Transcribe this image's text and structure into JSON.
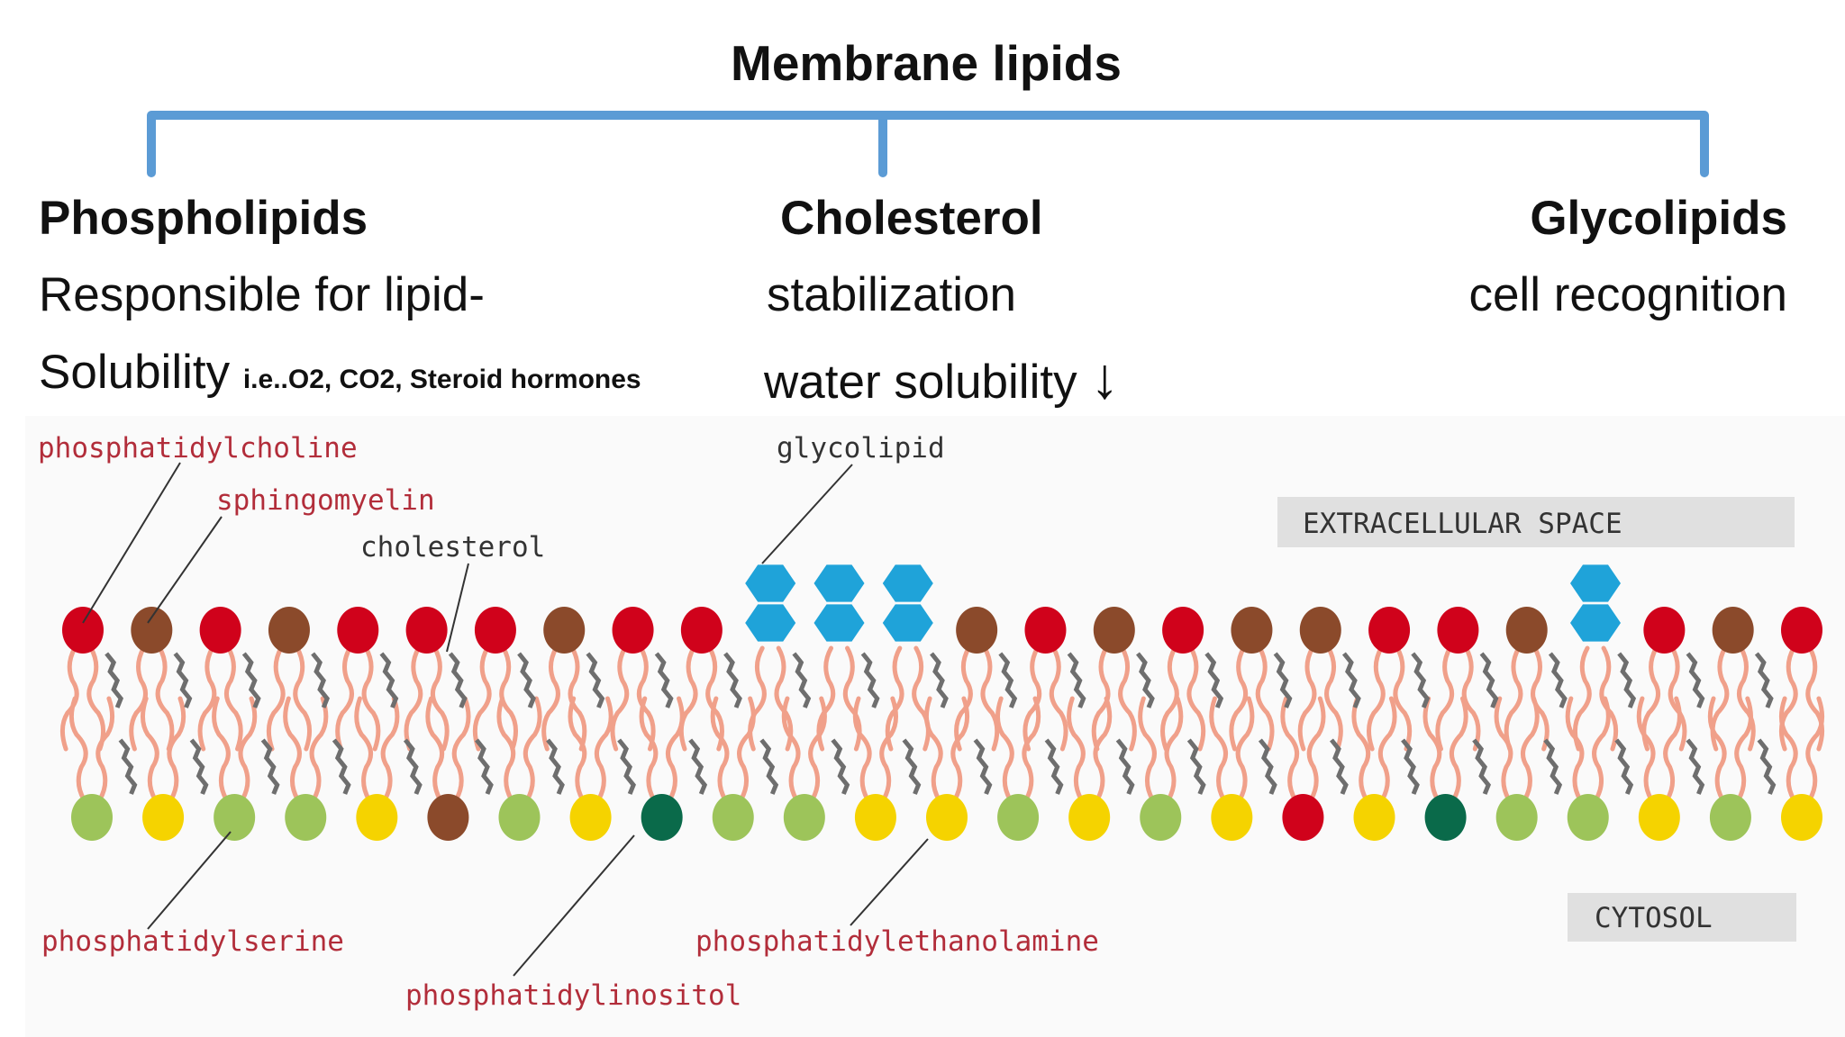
{
  "header": {
    "title": "Membrane lipids"
  },
  "categories": [
    {
      "name": "Phospholipids",
      "line1": "Responsible for lipid-",
      "line2": "Solubility",
      "line2_small": "i.e..O2, CO2, Steroid hormones"
    },
    {
      "name": "Cholesterol",
      "line1": "stabilization",
      "line2": "water solubility",
      "line2_arrow": "↓"
    },
    {
      "name": "Glycolipids",
      "line1": "cell recognition"
    }
  ],
  "diagram": {
    "labels": {
      "phosphatidylcholine": "phosphatidylcholine",
      "sphingomyelin": "sphingomyelin",
      "cholesterol": "cholesterol",
      "glycolipid": "glycolipid",
      "extracellular": "EXTRACELLULAR SPACE",
      "cytosol": "CYTOSOL",
      "phosphatidylserine": "phosphatidylserine",
      "phosphatidylethanolamine": "phosphatidylethanolamine",
      "phosphatidylinositol": "phosphatidylinositol"
    },
    "colors": {
      "bracket": "#5b9bd5",
      "label_red": "#b22d3a",
      "head_red": "#d0021b",
      "head_brown": "#8b4a2b",
      "head_green": "#9dc45a",
      "head_yellow": "#f5d300",
      "head_darkgreen": "#0a6a4a",
      "glyco_blue": "#1fa3d9",
      "tail": "#f0a08a",
      "cholesterol": "#6e6e6e",
      "box_gray": "#e0e0e0"
    },
    "outer_heads": [
      "red",
      "brown",
      "red",
      "brown",
      "red",
      "red",
      "red",
      "brown",
      "red",
      "red",
      "glyco",
      "glyco",
      "glyco",
      "brown",
      "red",
      "brown",
      "red",
      "brown",
      "brown",
      "red",
      "red",
      "brown",
      "glyco",
      "red",
      "brown",
      "red"
    ],
    "inner_heads": [
      "green",
      "yellow",
      "green",
      "green",
      "yellow",
      "brown",
      "green",
      "yellow",
      "darkgreen",
      "green",
      "green",
      "yellow",
      "yellow",
      "green",
      "yellow",
      "green",
      "yellow",
      "red",
      "yellow",
      "darkgreen",
      "green",
      "green",
      "yellow",
      "green",
      "yellow"
    ]
  }
}
